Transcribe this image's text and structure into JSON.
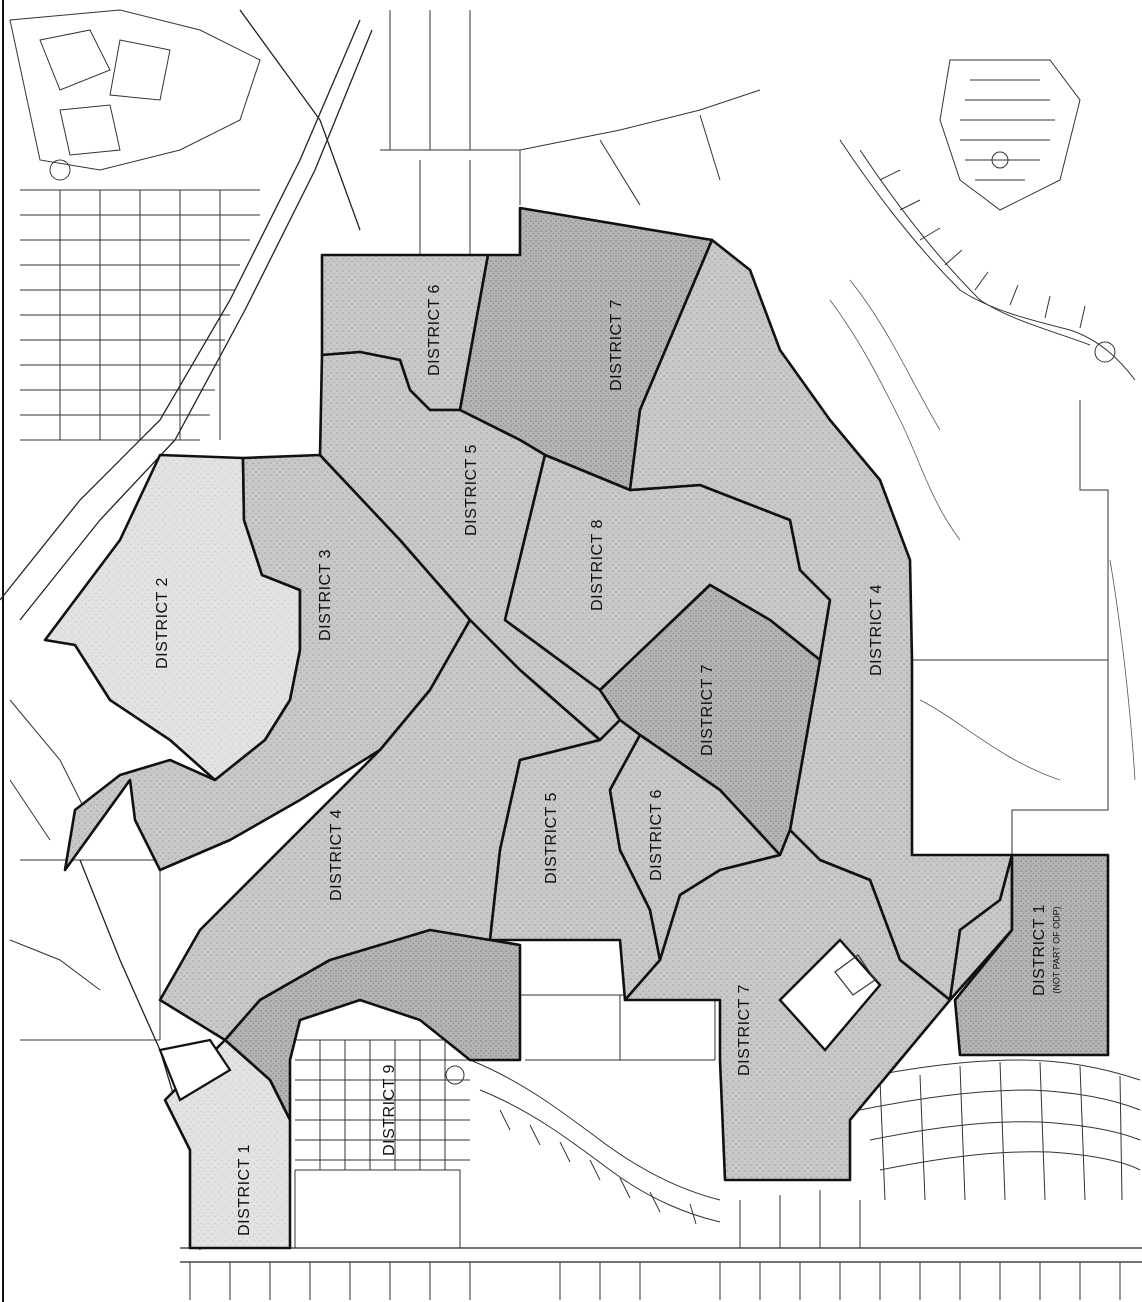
{
  "map": {
    "colors": {
      "background": "#ffffff",
      "district_fill": "#c4c4c4",
      "district_fill_dark": "#b2b2b2",
      "district_fill_light": "#dcdcdc",
      "line": "#111111"
    },
    "districts": [
      {
        "id": "d6-top",
        "label": "DISTRICT 6"
      },
      {
        "id": "d7-top",
        "label": "DISTRICT 7"
      },
      {
        "id": "d5-upper",
        "label": "DISTRICT 5"
      },
      {
        "id": "d2",
        "label": "DISTRICT 2"
      },
      {
        "id": "d3",
        "label": "DISTRICT 3"
      },
      {
        "id": "d8",
        "label": "DISTRICT 8"
      },
      {
        "id": "d4-right",
        "label": "DISTRICT 4"
      },
      {
        "id": "d7-mid",
        "label": "DISTRICT 7"
      },
      {
        "id": "d4-left",
        "label": "DISTRICT 4"
      },
      {
        "id": "d5-lower",
        "label": "DISTRICT 5"
      },
      {
        "id": "d6-lower",
        "label": "DISTRICT 6"
      },
      {
        "id": "d7-lower",
        "label": "DISTRICT 7"
      },
      {
        "id": "d1-left",
        "label": "DISTRICT 1"
      },
      {
        "id": "d9",
        "label": "DISTRICT 9"
      },
      {
        "id": "d1-right",
        "label": "DISTRICT 1",
        "note": "(NOT PART OF ODP)"
      }
    ]
  }
}
